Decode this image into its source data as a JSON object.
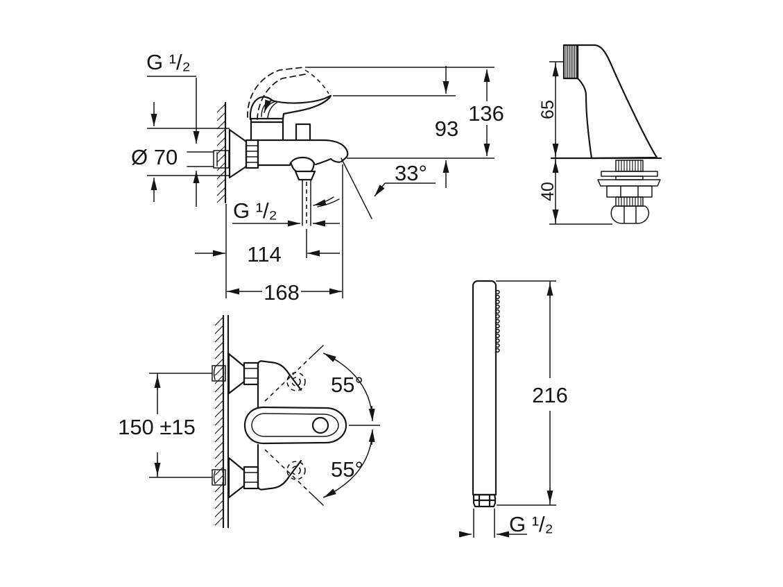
{
  "colors": {
    "line": "#161616",
    "background": "#ffffff"
  },
  "views": {
    "side": {
      "labels": {
        "supply_thread": "G ¹/₂",
        "escutcheon_diameter": "Ø 70",
        "height_to_handle": "93",
        "height_to_handle_raised": "136",
        "spout_angle": "33°",
        "hose_thread": "G ¹/₂",
        "projection_to_hose": "114",
        "projection_total": "168"
      }
    },
    "holder": {
      "labels": {
        "above_deck": "65",
        "below_deck": "40"
      }
    },
    "front": {
      "labels": {
        "connection_distance": "150 ±15",
        "swivel_angle_up": "55°",
        "swivel_angle_down": "55°"
      }
    },
    "hand_shower": {
      "labels": {
        "length": "216",
        "thread": "G ¹/₂"
      }
    }
  }
}
